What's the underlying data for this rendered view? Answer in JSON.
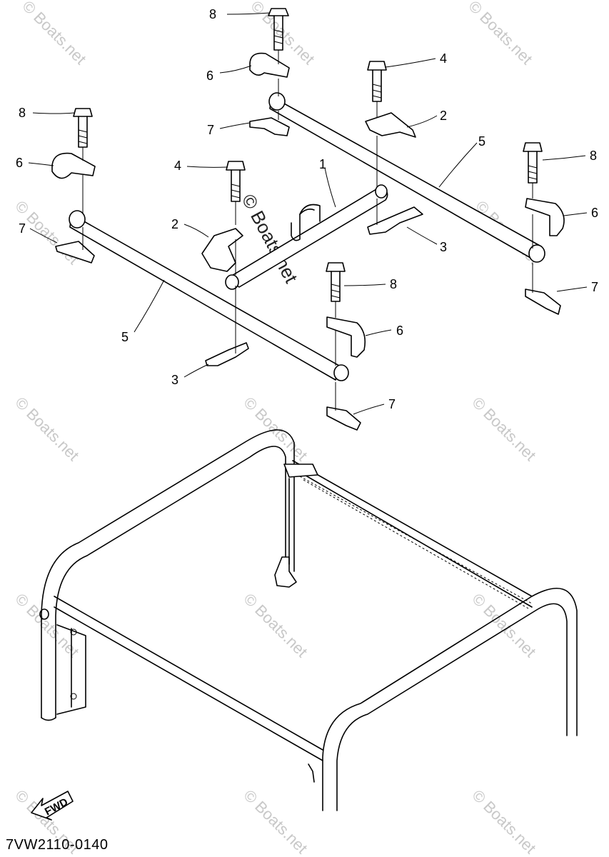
{
  "diagram": {
    "part_code": "7VW2110-0140",
    "fwd_label": "FWD",
    "watermark": "© Boats.net",
    "callouts": [
      "1",
      "2",
      "2",
      "3",
      "3",
      "4",
      "4",
      "5",
      "5",
      "6",
      "6",
      "6",
      "6",
      "7",
      "7",
      "7",
      "7",
      "8",
      "8",
      "8",
      "8"
    ]
  }
}
